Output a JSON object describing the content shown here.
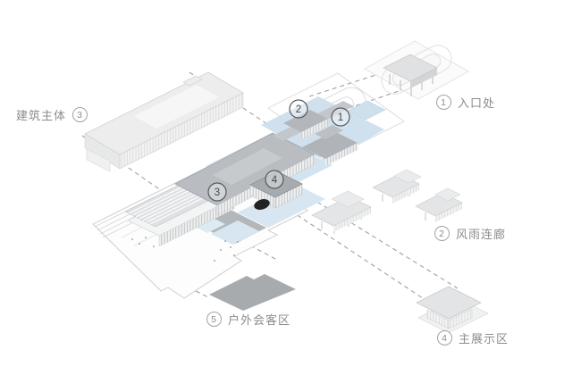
{
  "diagram": {
    "kind": "architectural-exploded-axonometric",
    "language": "zh-CN"
  },
  "legend": {
    "items": [
      {
        "num": "1",
        "label": "入口处"
      },
      {
        "num": "2",
        "label": "风雨连廊"
      },
      {
        "num": "3",
        "label": "建筑主体"
      },
      {
        "num": "4",
        "label": "主展示区"
      },
      {
        "num": "5",
        "label": "户外会客区"
      }
    ]
  },
  "plan_markers": {
    "m1": "1",
    "m2": "2",
    "m3": "3",
    "m4": "4"
  },
  "colors": {
    "background": "#ffffff",
    "label_text": "#8c8c8c",
    "dashed_line": "#a0a0a0",
    "pool_blue": "#cfe1ee",
    "roof_gray": "#b9bdc1",
    "deck_gray": "#a7abae",
    "light_structure": "#e4e5e6",
    "rock_black": "#222222"
  }
}
